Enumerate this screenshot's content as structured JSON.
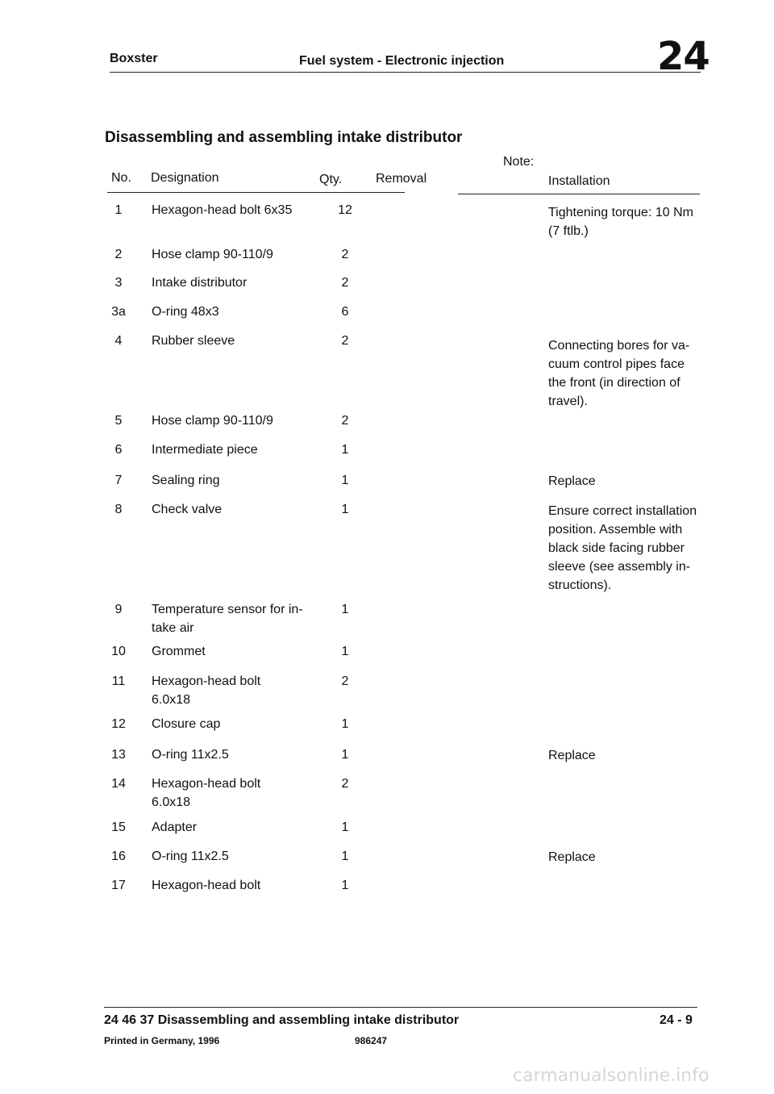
{
  "header": {
    "model": "Boxster",
    "section_title": "Fuel system - Electronic injection",
    "group_number": "24"
  },
  "page_title": "Disassembling and assembling intake distributor",
  "table": {
    "headers": {
      "no": "No.",
      "designation": "Designation",
      "qty": "Qty.",
      "removal": "Removal",
      "note": "Note:",
      "installation": "Installation"
    },
    "rows": [
      {
        "no": "1",
        "designation": [
          "Hexagon-head bolt 6x35"
        ],
        "qty": "12",
        "installation": [
          "Tightening torque: 10 Nm",
          "(7 ftlb.)"
        ]
      },
      {
        "no": "2",
        "designation": [
          "Hose clamp 90-110/9"
        ],
        "qty": "2",
        "installation": []
      },
      {
        "no": "3",
        "designation": [
          "Intake distributor"
        ],
        "qty": "2",
        "installation": []
      },
      {
        "no": "3a",
        "designation": [
          "O-ring 48x3"
        ],
        "qty": "6",
        "installation": []
      },
      {
        "no": "4",
        "designation": [
          "Rubber sleeve"
        ],
        "qty": "2",
        "installation": [
          "Connecting bores for va-",
          "cuum control pipes face",
          "the front (in direction of",
          "travel)."
        ]
      },
      {
        "no": "5",
        "designation": [
          "Hose clamp 90-110/9"
        ],
        "qty": "2",
        "installation": []
      },
      {
        "no": "6",
        "designation": [
          "Intermediate piece"
        ],
        "qty": "1",
        "installation": []
      },
      {
        "no": "7",
        "designation": [
          "Sealing ring"
        ],
        "qty": "1",
        "installation": [
          "Replace"
        ]
      },
      {
        "no": "8",
        "designation": [
          "Check valve"
        ],
        "qty": "1",
        "installation": [
          "Ensure correct installation",
          "position. Assemble with",
          "black side facing rubber",
          "sleeve (see assembly in-",
          "structions)."
        ]
      },
      {
        "no": "9",
        "designation": [
          "Temperature sensor for in-",
          "take air"
        ],
        "qty": "1",
        "installation": []
      },
      {
        "no": "10",
        "designation": [
          "Grommet"
        ],
        "qty": "1",
        "installation": []
      },
      {
        "no": "11",
        "designation": [
          "Hexagon-head bolt",
          "6.0x18"
        ],
        "qty": "2",
        "installation": []
      },
      {
        "no": "12",
        "designation": [
          "Closure cap"
        ],
        "qty": "1",
        "installation": []
      },
      {
        "no": "13",
        "designation": [
          "O-ring 11x2.5"
        ],
        "qty": "1",
        "installation": [
          "Replace"
        ]
      },
      {
        "no": "14",
        "designation": [
          "Hexagon-head bolt",
          "6.0x18"
        ],
        "qty": "2",
        "installation": []
      },
      {
        "no": "15",
        "designation": [
          "Adapter"
        ],
        "qty": "1",
        "installation": []
      },
      {
        "no": "16",
        "designation": [
          "O-ring 11x2.5"
        ],
        "qty": "1",
        "installation": [
          "Replace"
        ]
      },
      {
        "no": "17",
        "designation": [
          "Hexagon-head bolt"
        ],
        "qty": "1",
        "installation": []
      }
    ]
  },
  "footer": {
    "title": "24 46 37 Disassembling and assembling intake distributor",
    "page": "24 - 9",
    "printed": "Printed in Germany, 1996",
    "part_number": "986247"
  },
  "watermark": "carmanualsonline.info"
}
